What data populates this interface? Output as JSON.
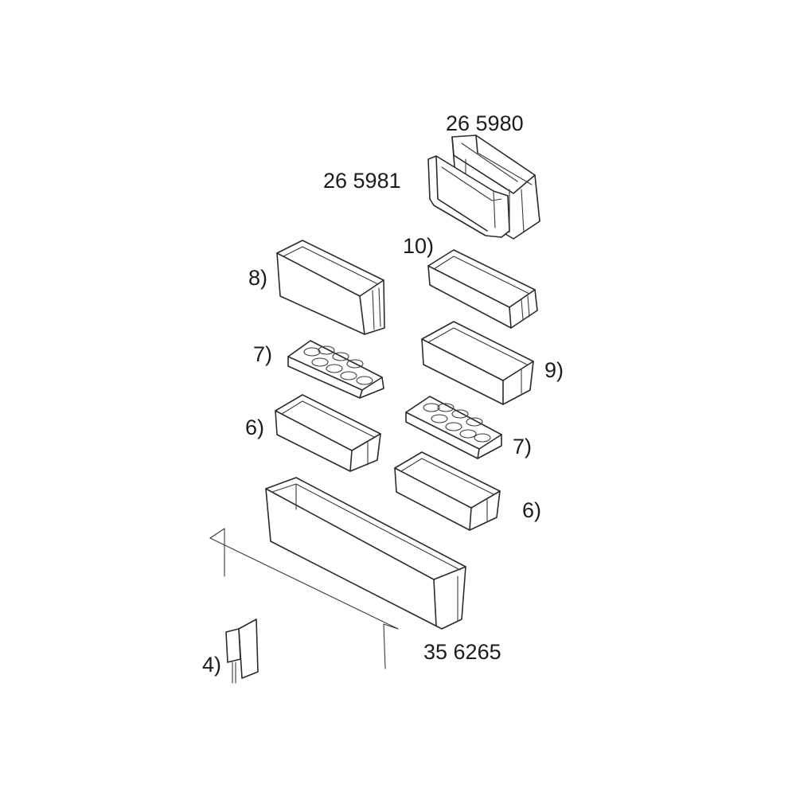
{
  "labels": {
    "part_265980": "26 5980",
    "part_265981": "26 5981",
    "item_10": "10)",
    "item_8": "8)",
    "item_7_left": "7)",
    "item_9": "9)",
    "item_6_left": "6)",
    "item_7_right": "7)",
    "item_6_right": "6)",
    "part_356265": "35 6265",
    "item_4": "4)"
  },
  "colors": {
    "line": "#2a2a2a",
    "background": "#ffffff",
    "text": "#1c1c1c"
  }
}
